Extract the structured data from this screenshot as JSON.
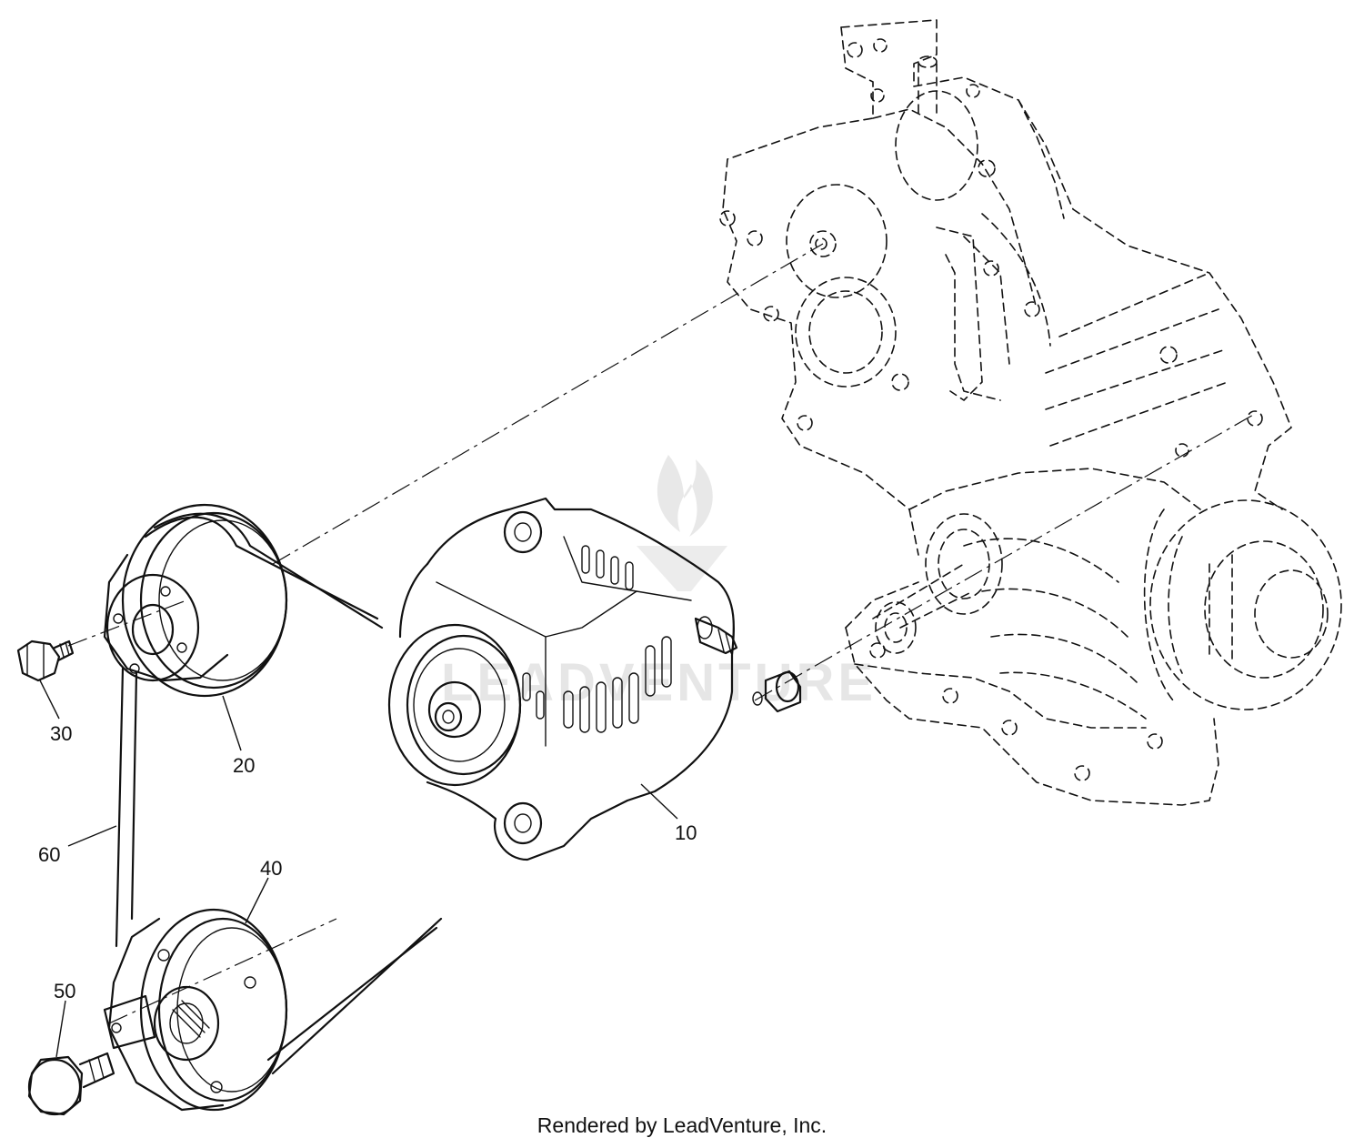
{
  "callouts": {
    "p10": "10",
    "p20": "20",
    "p30": "30",
    "p40": "40",
    "p50": "50",
    "p60": "60"
  },
  "watermark": "LEADVENTURE",
  "footer": "Rendered by LeadVenture, Inc."
}
